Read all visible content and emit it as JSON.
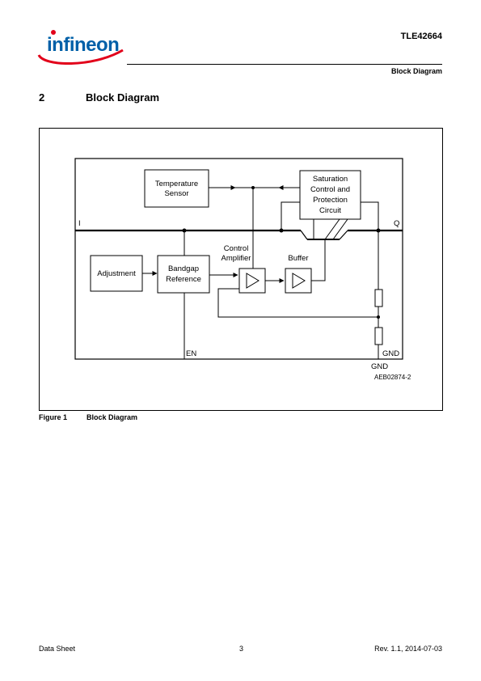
{
  "header": {
    "logo_text": "infineon",
    "document_id": "TLE42664",
    "section_tag": "Block Diagram"
  },
  "section": {
    "number": "2",
    "title": "Block Diagram"
  },
  "diagram": {
    "blocks": {
      "temperature_sensor": [
        "Temperature",
        "Sensor"
      ],
      "saturation_control": [
        "Saturation",
        "Control and",
        "Protection",
        "Circuit"
      ],
      "adjustment": "Adjustment",
      "bandgap_reference": [
        "Bandgap",
        "Reference"
      ],
      "control_amplifier_label": [
        "Control",
        "Amplifier"
      ],
      "buffer_label": "Buffer"
    },
    "pins": {
      "input": "I",
      "output": "Q",
      "enable": "EN",
      "ground_inner": "GND",
      "ground_outer": "GND"
    },
    "reference_code": "AEB02874-2"
  },
  "figure": {
    "label": "Figure 1",
    "caption": "Block Diagram"
  },
  "footer": {
    "left": "Data Sheet",
    "page": "3",
    "revision": "Rev. 1.1, 2014-07-03"
  }
}
